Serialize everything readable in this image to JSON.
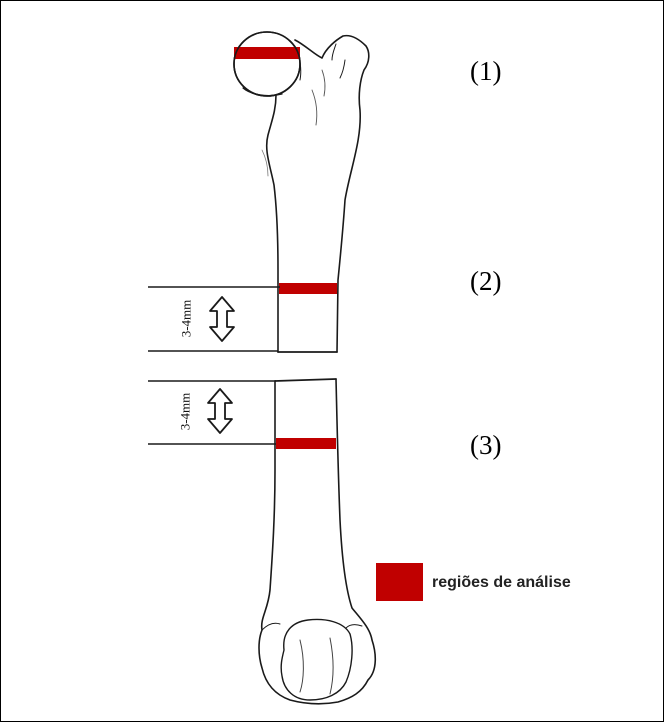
{
  "regions": [
    {
      "label": "(1)"
    },
    {
      "label": "(2)"
    },
    {
      "label": "(3)"
    }
  ],
  "measurement": {
    "upper_label": "3-4mm",
    "lower_label": "3-4mm"
  },
  "legend": {
    "text": "regiões de análise",
    "swatch_color": "#c00000"
  },
  "colors": {
    "analysis_region": "#c00000",
    "outline": "#1a1a1a"
  }
}
